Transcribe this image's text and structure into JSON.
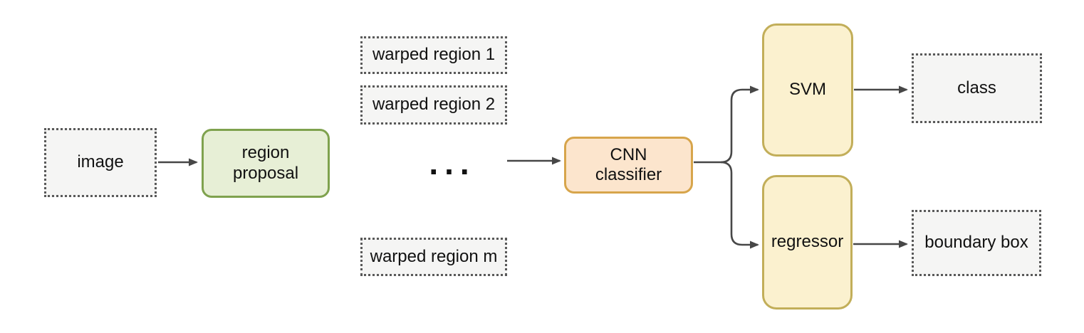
{
  "diagram": {
    "nodes": {
      "image": {
        "label": "image"
      },
      "region_proposal": {
        "label": "region proposal"
      },
      "warped_region_1": {
        "label": "warped region 1"
      },
      "warped_region_2": {
        "label": "warped region 2"
      },
      "ellipsis": {
        "label": "..."
      },
      "warped_region_m": {
        "label": "warped region m"
      },
      "cnn_classifier": {
        "label": "CNN classifier"
      },
      "svm": {
        "label": "SVM"
      },
      "regressor": {
        "label": "regressor"
      },
      "class": {
        "label": "class"
      },
      "boundary_box": {
        "label": "boundary box"
      }
    },
    "edges": [
      {
        "from": "image",
        "to": "region_proposal"
      },
      {
        "from": "ellipsis",
        "to": "cnn_classifier"
      },
      {
        "from": "cnn_classifier",
        "to": "svm"
      },
      {
        "from": "cnn_classifier",
        "to": "regressor"
      },
      {
        "from": "svm",
        "to": "class"
      },
      {
        "from": "regressor",
        "to": "boundary_box"
      }
    ],
    "colors": {
      "background": "#ffffff",
      "dotted_box_fill": "#f5f5f4",
      "dotted_box_border": "#595959",
      "green_fill": "#e7efd6",
      "green_border": "#7fa24e",
      "orange_fill": "#fce5cd",
      "orange_border": "#d7a54b",
      "yellow_fill": "#fbf1cf",
      "yellow_border": "#c2ae59",
      "arrow": "#474747",
      "text": "#111111"
    }
  }
}
